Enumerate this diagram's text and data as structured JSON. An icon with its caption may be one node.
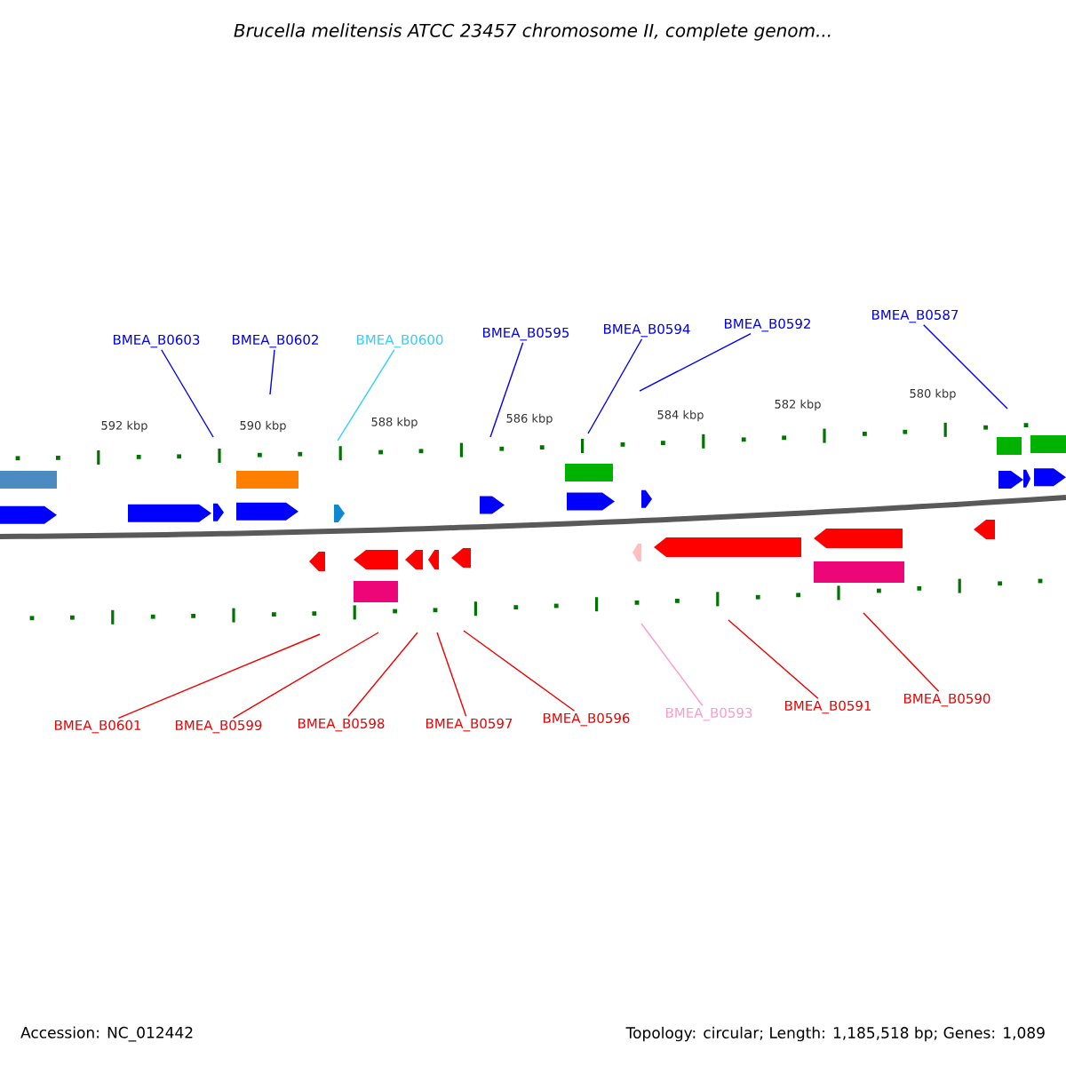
{
  "diagram": {
    "title": "Brucella melitensis ATCC 23457 chromosome II, complete genom...",
    "nodes": [
      {
        "text": [
          "BMEA_B0603"
        ]
      },
      {
        "text": [
          "BMEA_B0602"
        ]
      },
      {
        "text": [
          "BMEA_B0600"
        ]
      },
      {
        "text": [
          "BMEA_B0595"
        ]
      },
      {
        "text": [
          "BMEA_B0594"
        ]
      },
      {
        "text": [
          "BMEA_B0592"
        ]
      },
      {
        "text": [
          "BMEA_B0587"
        ]
      },
      {
        "text": [
          "BMEA_B0601"
        ]
      },
      {
        "text": [
          "BMEA_B0599"
        ]
      },
      {
        "text": [
          "BMEA_B0598"
        ]
      },
      {
        "text": [
          "BMEA_B0597"
        ]
      },
      {
        "text": [
          "BMEA_B0596"
        ]
      },
      {
        "text": [
          "BMEA_B0593"
        ]
      },
      {
        "text": [
          "BMEA_B0591"
        ]
      },
      {
        "text": [
          "BMEA_B0590"
        ]
      }
    ],
    "edges": [
      {
        "from": 0,
        "to": null,
        "arrow": "none",
        "color": "#0000ee"
      },
      {
        "from": 1,
        "to": null,
        "arrow": "none",
        "color": "#0000ee"
      },
      {
        "from": 2,
        "to": null,
        "arrow": "none",
        "color": "#33ccff"
      },
      {
        "from": 3,
        "to": null,
        "arrow": "none",
        "color": "#0000ee"
      },
      {
        "from": 4,
        "to": null,
        "arrow": "none",
        "color": "#0000ee"
      },
      {
        "from": 5,
        "to": null,
        "arrow": "none",
        "color": "#0000ee"
      },
      {
        "from": 6,
        "to": null,
        "arrow": "none",
        "color": "#0000ee"
      },
      {
        "from": 7,
        "to": null,
        "arrow": "none",
        "color": "#ee0000"
      },
      {
        "from": 8,
        "to": null,
        "arrow": "none",
        "color": "#ee0000"
      },
      {
        "from": 9,
        "to": null,
        "arrow": "none",
        "color": "#ee0000"
      },
      {
        "from": 10,
        "to": null,
        "arrow": "none",
        "color": "#ee0000"
      },
      {
        "from": 11,
        "to": null,
        "arrow": "none",
        "color": "#ee0000"
      },
      {
        "from": 12,
        "to": null,
        "arrow": "none",
        "color": "#ff99cc"
      },
      {
        "from": 13,
        "to": null,
        "arrow": "none",
        "color": "#ee0000"
      },
      {
        "from": 14,
        "to": null,
        "arrow": "none",
        "color": "#ee0000"
      }
    ],
    "labels": [
      "592 kbp",
      "590 kbp",
      "588 kbp",
      "586 kbp",
      "584 kbp",
      "582 kbp",
      "580 kbp",
      "Accession: NC_012442",
      "Topology: circular; Length: 1,185,518 bp; Genes: 1,089"
    ]
  }
}
